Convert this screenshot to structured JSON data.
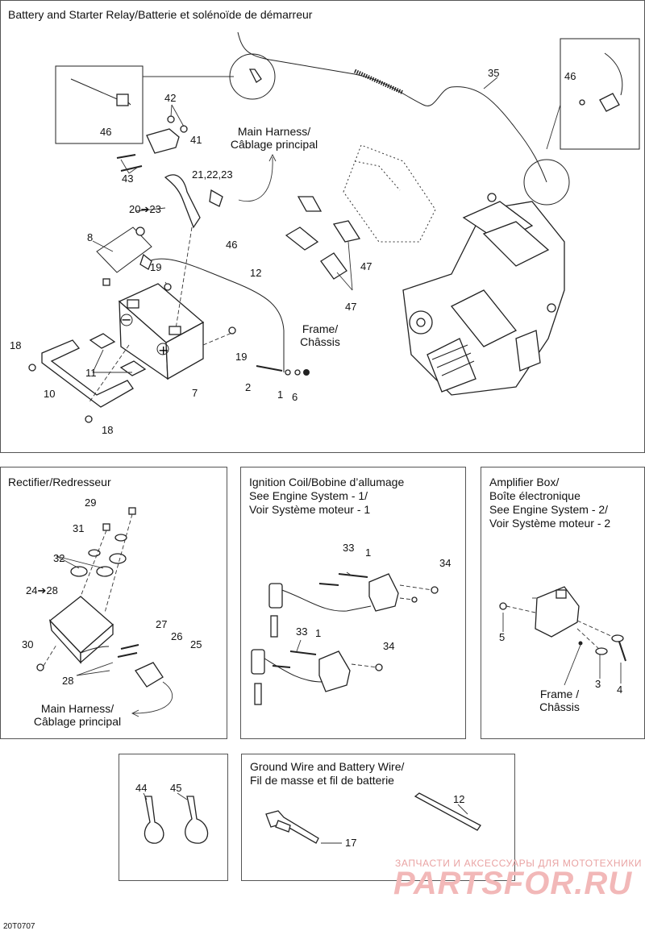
{
  "panels": {
    "battery": {
      "title": "Battery and Starter Relay/Batterie et solénoïde de démarreur",
      "main_harness": "Main Harness/\nCâblage principal",
      "frame": "Frame/\nChâssis",
      "labels": {
        "n1": "1",
        "n2": "2",
        "n6": "6",
        "n7": "7",
        "n8": "8",
        "n10": "10",
        "n11": "11",
        "n12": "12",
        "n18a": "18",
        "n18b": "18",
        "n19a": "19",
        "n19b": "19",
        "n20": "20➔23",
        "n2123": "21,22,23",
        "n35": "35",
        "n41": "41",
        "n42": "42",
        "n43": "43",
        "n46a": "46",
        "n46b": "46",
        "n46c": "46",
        "n47a": "47",
        "n47b": "47"
      }
    },
    "rectifier": {
      "title": "Rectifier/Redresseur",
      "main_harness": "Main Harness/\nCâblage principal",
      "labels": {
        "n29": "29",
        "n31": "31",
        "n32": "32",
        "n2428": "24➔28",
        "n30": "30",
        "n27": "27",
        "n26": "26",
        "n25": "25",
        "n28": "28"
      }
    },
    "ignition": {
      "title": "Ignition Coil/Bobine d’allumage\nSee Engine System - 1/\nVoir Système moteur - 1",
      "labels": {
        "n33a": "33",
        "n1a": "1",
        "n34a": "34",
        "n33b": "33",
        "n1b": "1",
        "n34b": "34"
      }
    },
    "amplifier": {
      "title": "Amplifier Box/\nBoîte électronique\nSee Engine System - 2/\nVoir Système moteur - 2",
      "frame": "Frame /\nChâssis",
      "labels": {
        "n5": "5",
        "n3": "3",
        "n4": "4"
      }
    },
    "ties": {
      "labels": {
        "n44": "44",
        "n45": "45"
      }
    },
    "ground": {
      "title": "Ground Wire and Battery Wire/\nFil de masse et fil de batterie",
      "labels": {
        "n12": "12",
        "n17": "17"
      }
    }
  },
  "watermark": {
    "line1": "ЗАПЧАСТИ И АКСЕССУАРЫ ДЛЯ МОТОТЕХНИКИ",
    "line2": "PARTSFOR.RU"
  },
  "diagram_code": "20T0707",
  "colors": {
    "line": "#222222",
    "watermark": "#f2b8b8"
  }
}
